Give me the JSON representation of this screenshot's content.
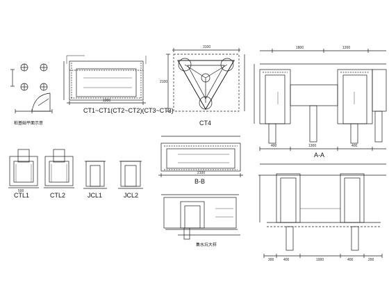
{
  "labels": {
    "ct1": "CT1~CT1(CT2~CT2)(CT3~CT3)",
    "ct4": "CT4",
    "section_aa": "A-A",
    "section_bb": "B-B",
    "ctl1": "CTL1",
    "ctl2": "CTL2",
    "jcl1": "JCL1",
    "jcl2": "JCL2",
    "pile_note": "桩基础平面示意",
    "pit_section": "集水坑大样"
  },
  "dims": {
    "d3100": "3100",
    "d2100": "2100",
    "d1200": "1200",
    "d1800": "1800",
    "d400": "400",
    "d1300": "1300",
    "d1000": "1000",
    "d300": "300",
    "d200": "200",
    "d500": "500"
  },
  "colors": {
    "line": "#1a1a1a",
    "background": "#ffffff"
  }
}
